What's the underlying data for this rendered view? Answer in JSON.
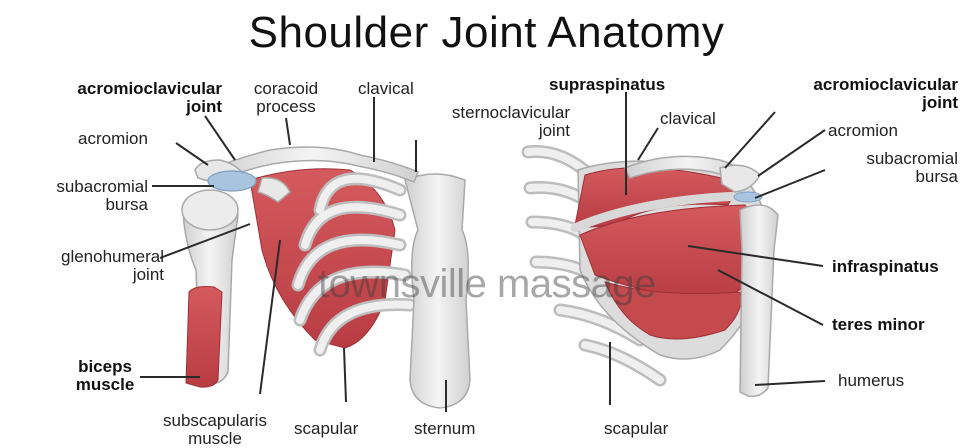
{
  "title": "Shoulder Joint Anatomy",
  "watermark": "townsville massage",
  "colors": {
    "muscle": "#c84a4e",
    "muscle_dark": "#a8353a",
    "bone": "#e6e6e6",
    "bone_edge": "#a9a9a9",
    "bursa": "#a9c4df",
    "line": "#2a2a2a"
  },
  "front_view": {
    "labels": {
      "acromioclavicular_joint_1": "acromioclavicular",
      "acromioclavicular_joint_2": "joint",
      "coracoid_process_1": "coracoid",
      "coracoid_process_2": "process",
      "clavical": "clavical",
      "sternoclavicular_joint_1": "sternoclavicular",
      "sternoclavicular_joint_2": "joint",
      "acromion": "acromion",
      "subacromial_bursa_1": "subacromial",
      "subacromial_bursa_2": "bursa",
      "glenohumeral_joint_1": "glenohumeral",
      "glenohumeral_joint_2": "joint",
      "biceps_muscle_1": "biceps",
      "biceps_muscle_2": "muscle",
      "subscapularis_muscle_1": "subscapularis",
      "subscapularis_muscle_2": "muscle",
      "scapular": "scapular",
      "sternum": "sternum"
    }
  },
  "back_view": {
    "labels": {
      "supraspinatus": "supraspinatus",
      "clavical": "clavical",
      "acromioclavicular_joint_1": "acromioclavicular",
      "acromioclavicular_joint_2": "joint",
      "acromion": "acromion",
      "subacromial_bursa_1": "subacromial",
      "subacromial_bursa_2": "bursa",
      "infraspinatus": "infraspinatus",
      "teres_minor": "teres minor",
      "humerus": "humerus",
      "scapular": "scapular"
    }
  }
}
